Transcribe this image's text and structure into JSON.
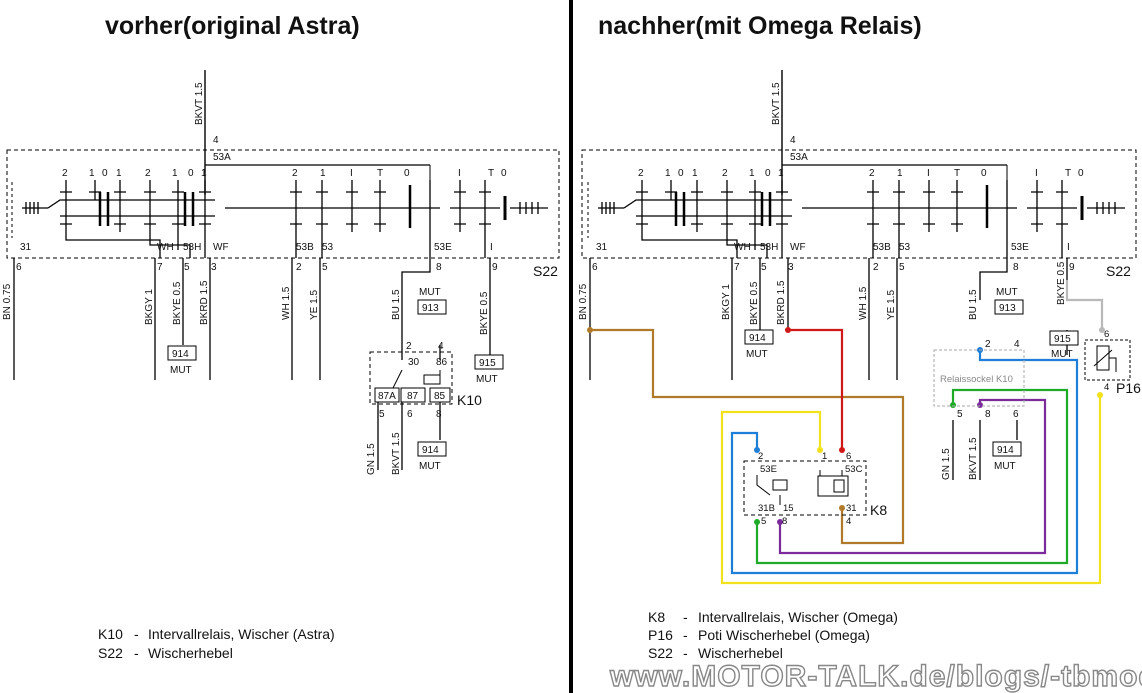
{
  "left": {
    "title": "vorher(original Astra)",
    "feed_wire": "BKVT 1.5",
    "switch_label": "S22",
    "relay_label": "K10",
    "top_pin": "4",
    "top_terminal": "53A",
    "pos_labels": [
      "2",
      "1",
      "0",
      "1",
      "2",
      "1",
      "0",
      "1",
      "2",
      "1",
      "I",
      "T",
      "0",
      "I",
      "T",
      "0"
    ],
    "bottom_terms": [
      "31",
      "WH",
      "53H",
      "WF",
      "53B",
      "53",
      "53E",
      "I"
    ],
    "bottom_pins": [
      "6",
      "7",
      "5",
      "3",
      "2",
      "5",
      "8",
      "9"
    ],
    "wires": [
      "BN 0.75",
      "BKGY 1",
      "BKYE 0.5",
      "BKRD 1.5",
      "WH 1.5",
      "YE 1.5",
      "BU 1.5",
      "BKYE 0.5",
      "GN 1.5",
      "BKVT 1.5"
    ],
    "mut": "MUT",
    "mut_codes": [
      "914",
      "913",
      "915",
      "914"
    ],
    "relay_terms": [
      "30",
      "86",
      "87A",
      "87",
      "85"
    ],
    "relay_pins": [
      "2",
      "4",
      "5",
      "6",
      "8"
    ],
    "legend": [
      {
        "code": "K10",
        "sep": "-",
        "text": "Intervallrelais, Wischer (Astra)"
      },
      {
        "code": "S22",
        "sep": "-",
        "text": "Wischerhebel"
      }
    ]
  },
  "right": {
    "title": "nachher(mit Omega Relais)",
    "feed_wire": "BKVT 1.5",
    "switch_label": "S22",
    "top_pin": "4",
    "top_terminal": "53A",
    "pos_labels": [
      "2",
      "1",
      "0",
      "1",
      "2",
      "1",
      "0",
      "1",
      "2",
      "1",
      "I",
      "T",
      "0",
      "I",
      "T",
      "0"
    ],
    "bottom_terms": [
      "31",
      "WH",
      "53H",
      "WF",
      "53B",
      "53",
      "53E",
      "I"
    ],
    "bottom_pins": [
      "6",
      "7",
      "5",
      "3",
      "2",
      "5",
      "8",
      "9"
    ],
    "wires": [
      "BN 0.75",
      "BKGY 1",
      "BKYE 0.5",
      "BKRD 1.5",
      "WH 1.5",
      "YE 1.5",
      "BU 1.5",
      "BKYE 0.5",
      "GN 1.5",
      "BKVT 1.5"
    ],
    "mut": "MUT",
    "mut_codes": [
      "914",
      "913",
      "915",
      "914"
    ],
    "socket_label": "Relaissockel K10",
    "socket_pins": [
      "2",
      "4",
      "5",
      "8",
      "6"
    ],
    "k8_label": "K8",
    "k8_terms": [
      "53E",
      "53C",
      "31B",
      "15",
      "31"
    ],
    "k8_pins": [
      "2",
      "1",
      "6",
      "5",
      "8",
      "4"
    ],
    "p16_label": "P16",
    "p16_pins": [
      "6",
      "4"
    ],
    "legend": [
      {
        "code": "K8",
        "sep": "-",
        "text": "Intervallrelais, Wischer (Omega)"
      },
      {
        "code": "P16",
        "sep": "-",
        "text": "Poti Wischerhebel (Omega)"
      },
      {
        "code": "S22",
        "sep": "-",
        "text": "Wischerhebel"
      }
    ]
  },
  "watermark": "www.MOTOR-TALK.de/blogs/-tbmod",
  "colors": {
    "brown": "#b07a2a",
    "red": "#d01818",
    "yellow": "#f2e21c",
    "blue": "#1e7fd8",
    "green": "#1faa28",
    "purple": "#7a2a9a",
    "grey": "#b9b9b9"
  }
}
